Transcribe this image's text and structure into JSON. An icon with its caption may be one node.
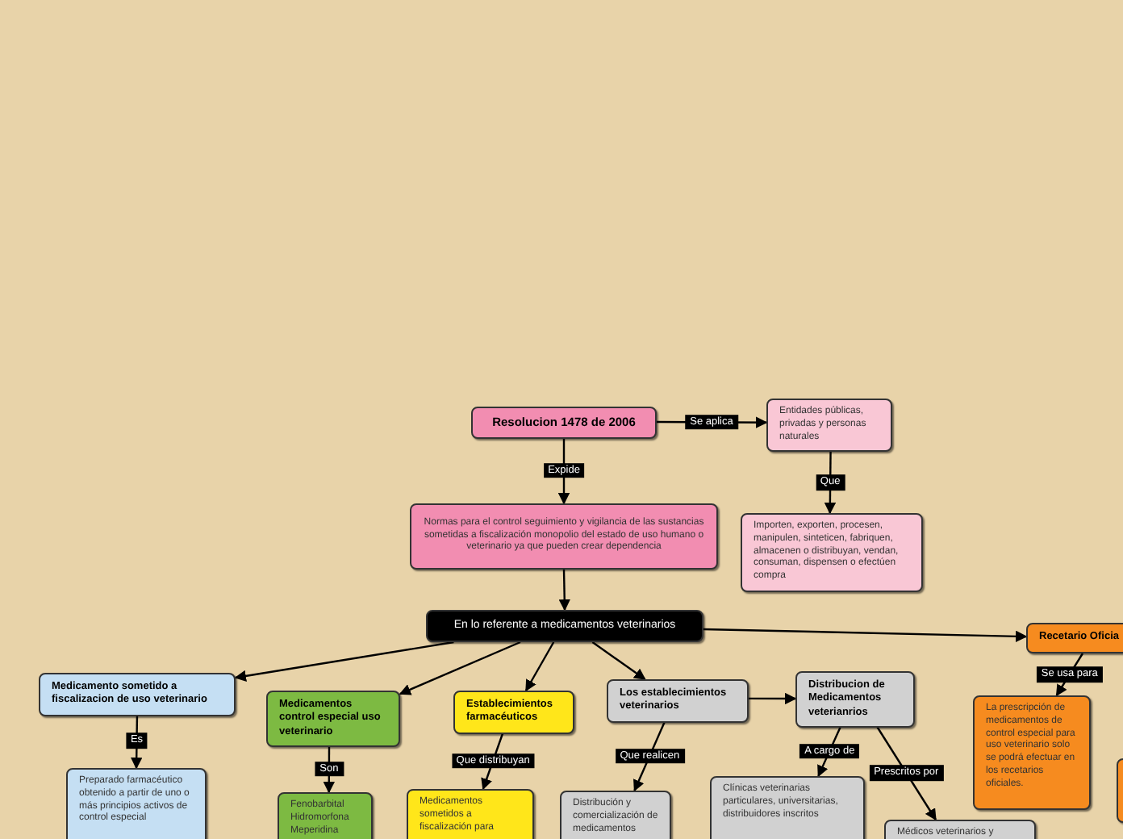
{
  "diagram": {
    "nodes": [
      {
        "text": [
          "Resolucion 1478 de 2006"
        ]
      },
      {
        "text": [
          "Entidades públicas, privadas y personas naturales"
        ]
      },
      {
        "text": [
          "Normas para el control seguimiento y vigilancia de las sustancias sometidas a fiscalización  monopolio del estado  de uso  humano o veterinario ya que pueden crear dependencia"
        ]
      },
      {
        "text": [
          "Importen, exporten, procesen, manipulen, sinteticen, fabriquen, almacenen o distribuyan, vendan, consuman, dispensen o efectúen compra"
        ]
      },
      {
        "text": [
          "En lo referente a medicamentos veterinarios"
        ]
      },
      {
        "text": [
          "Medicamento sometido a fiscalizacion de uso veterinario"
        ]
      },
      {
        "text": [
          "Medicamentos control especial uso veterinario"
        ]
      },
      {
        "text": [
          "Establecimientos farmacéuticos"
        ]
      },
      {
        "text": [
          "Los establecimientos veterinarios"
        ]
      },
      {
        "text": [
          "Distribucion de Medicamentos veterianrios"
        ]
      },
      {
        "text": [
          "Recetario Oficia"
        ]
      },
      {
        "text": [
          "Preparado farmacéutico obtenido a partir de uno o más principios activos de control especial"
        ]
      },
      {
        "text": [
          "Fenobarbital Hidromorfona Meperidina"
        ]
      },
      {
        "text": [
          "Medicamentos sometidos a fiscalización para"
        ]
      },
      {
        "text": [
          "Distribución y comercialización de medicamentos"
        ]
      },
      {
        "text": [
          "Clínicas veterinarias particulares, universitarias, distribuidores inscritos"
        ]
      },
      {
        "text": [
          "Médicos veterinarios y"
        ]
      },
      {
        "text": [
          "La prescripción de medicamentos de control especial para uso veterinario solo se podrá efectuar en los recetarios oficiales."
        ]
      },
      {
        "text": [],
        "shape": "box"
      }
    ],
    "edges": [
      {
        "from": 0,
        "to": 1,
        "arrow": "to",
        "label": "Se aplica"
      },
      {
        "from": 0,
        "to": 2,
        "arrow": "to",
        "label": "Expide"
      },
      {
        "from": 1,
        "to": 3,
        "arrow": "to",
        "label": "Que"
      },
      {
        "from": 2,
        "to": 4,
        "arrow": "to"
      },
      {
        "from": 4,
        "to": 5,
        "arrow": "to"
      },
      {
        "from": 4,
        "to": 6,
        "arrow": "to"
      },
      {
        "from": 4,
        "to": 7,
        "arrow": "to"
      },
      {
        "from": 4,
        "to": 8,
        "arrow": "to"
      },
      {
        "from": 4,
        "to": 10,
        "arrow": "to"
      },
      {
        "from": 5,
        "to": 11,
        "arrow": "to",
        "label": "Es"
      },
      {
        "from": 6,
        "to": 12,
        "arrow": "to",
        "label": "Son"
      },
      {
        "from": 7,
        "to": 13,
        "arrow": "to",
        "label": "Que distribuyan"
      },
      {
        "from": 8,
        "to": 14,
        "arrow": "to",
        "label": "Que realicen"
      },
      {
        "from": 8,
        "to": 9,
        "arrow": "to"
      },
      {
        "from": 9,
        "to": 15,
        "arrow": "to",
        "label": "A cargo de"
      },
      {
        "from": 9,
        "to": 16,
        "arrow": "to",
        "label": "Prescritos por"
      },
      {
        "from": 10,
        "to": 17,
        "arrow": "to",
        "label": "Se usa para"
      }
    ]
  }
}
